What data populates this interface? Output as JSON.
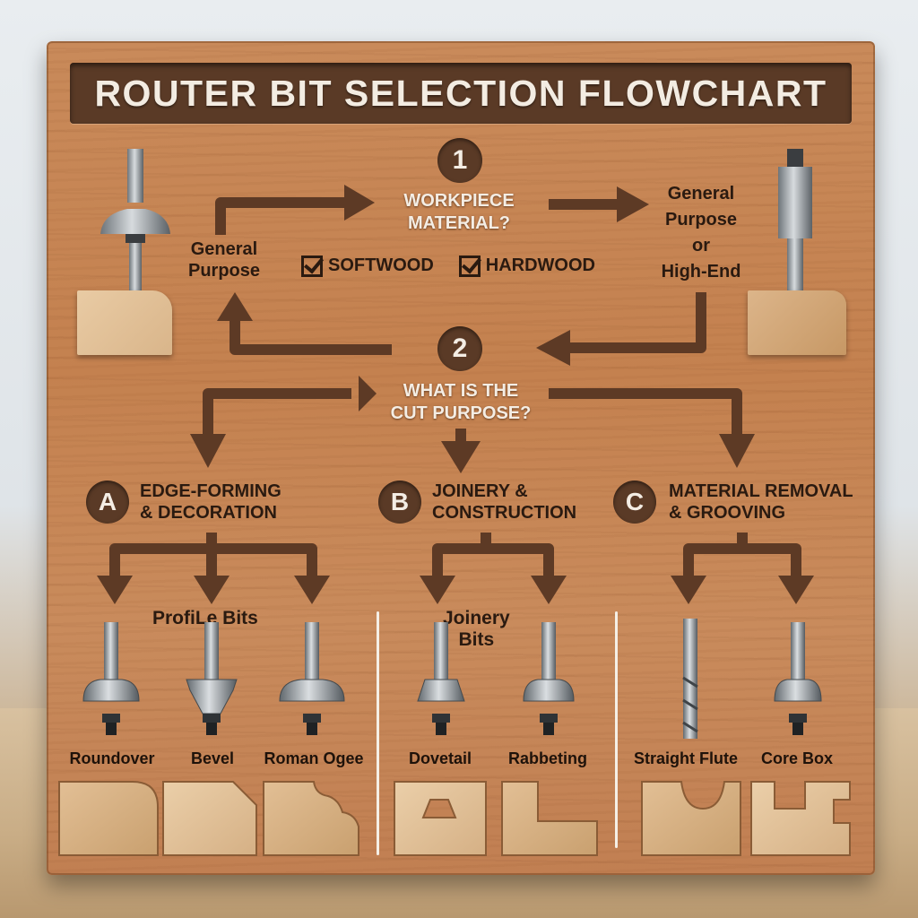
{
  "title": "ROUTER BIT SELECTION FLOWCHART",
  "step1": {
    "number": "1",
    "question_line1": "WORKPIECE",
    "question_line2": "MATERIAL?",
    "options": [
      "SOFTWOOD",
      "HARDWOOD"
    ],
    "left_result_line1": "General",
    "left_result_line2": "Purpose",
    "right_result_line1": "General",
    "right_result_line2": "Purpose",
    "right_result_line3": "or",
    "right_result_line4": "High-End"
  },
  "step2": {
    "number": "2",
    "question_line1": "WHAT IS THE",
    "question_line2": "CUT PURPOSE?"
  },
  "categories": [
    {
      "letter": "A",
      "line1": "EDGE-FORMING",
      "line2": "& DECORATION"
    },
    {
      "letter": "B",
      "line1": "JOINERY &",
      "line2": "CONSTRUCTION"
    },
    {
      "letter": "C",
      "line1": "MATERIAL REMOVAL",
      "line2": "&  GROOVING"
    }
  ],
  "groups": {
    "profile": "ProfiLe Bits",
    "joinery_line1": "Joinery",
    "joinery_line2": "Bits"
  },
  "bits": [
    "Roundover",
    "Bevel",
    "Roman Ogee",
    "Dovetail",
    "Rabbeting",
    "Straight Flute",
    "Core Box"
  ],
  "colors": {
    "board": "#c98a5a",
    "engraving": "#5d3a25",
    "light_text": "#f4ede4",
    "dark_text": "#2a1a10"
  }
}
